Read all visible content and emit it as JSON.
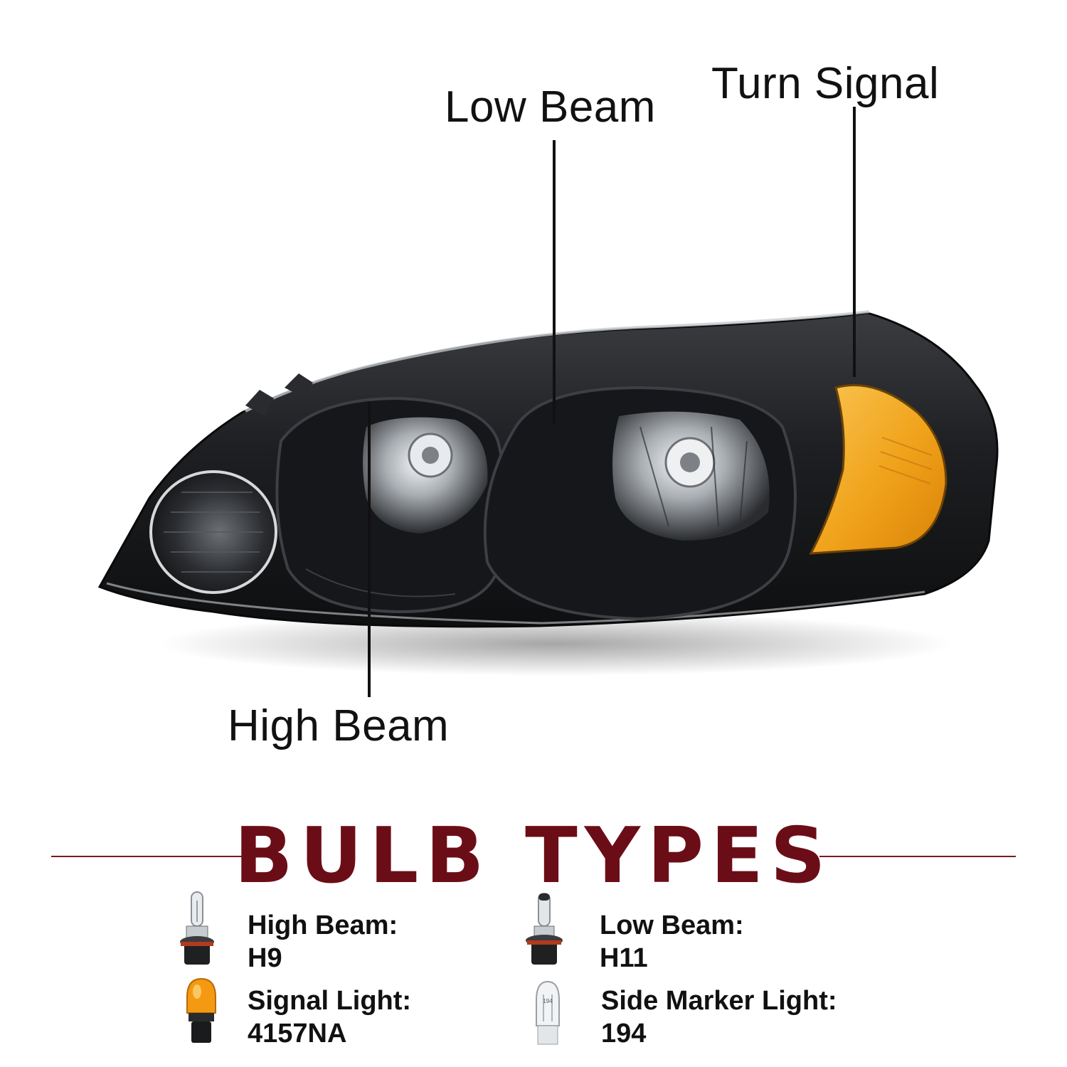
{
  "callouts": {
    "turn_signal": "Turn Signal",
    "low_beam": "Low Beam",
    "high_beam": "High Beam"
  },
  "bulb_section": {
    "title": "BULB TYPES",
    "title_color": "#6b0d17",
    "rule_color": "#7a1a22",
    "items": [
      {
        "label": "High Beam:",
        "code": "H9",
        "icon": "h9-halogen-bulb-icon"
      },
      {
        "label": "Low Beam:",
        "code": "H11",
        "icon": "h11-halogen-bulb-icon"
      },
      {
        "label": "Signal Light:",
        "code": "4157NA",
        "icon": "amber-wedge-bulb-icon"
      },
      {
        "label": "Side Marker Light:",
        "code": "194",
        "icon": "t10-wedge-bulb-icon",
        "bulb_print": "194"
      }
    ]
  },
  "colors": {
    "housing": "#1b1c1e",
    "amber_lens": "#f0a21a",
    "chrome": "#c9cdd1",
    "callout_text": "#111111"
  }
}
